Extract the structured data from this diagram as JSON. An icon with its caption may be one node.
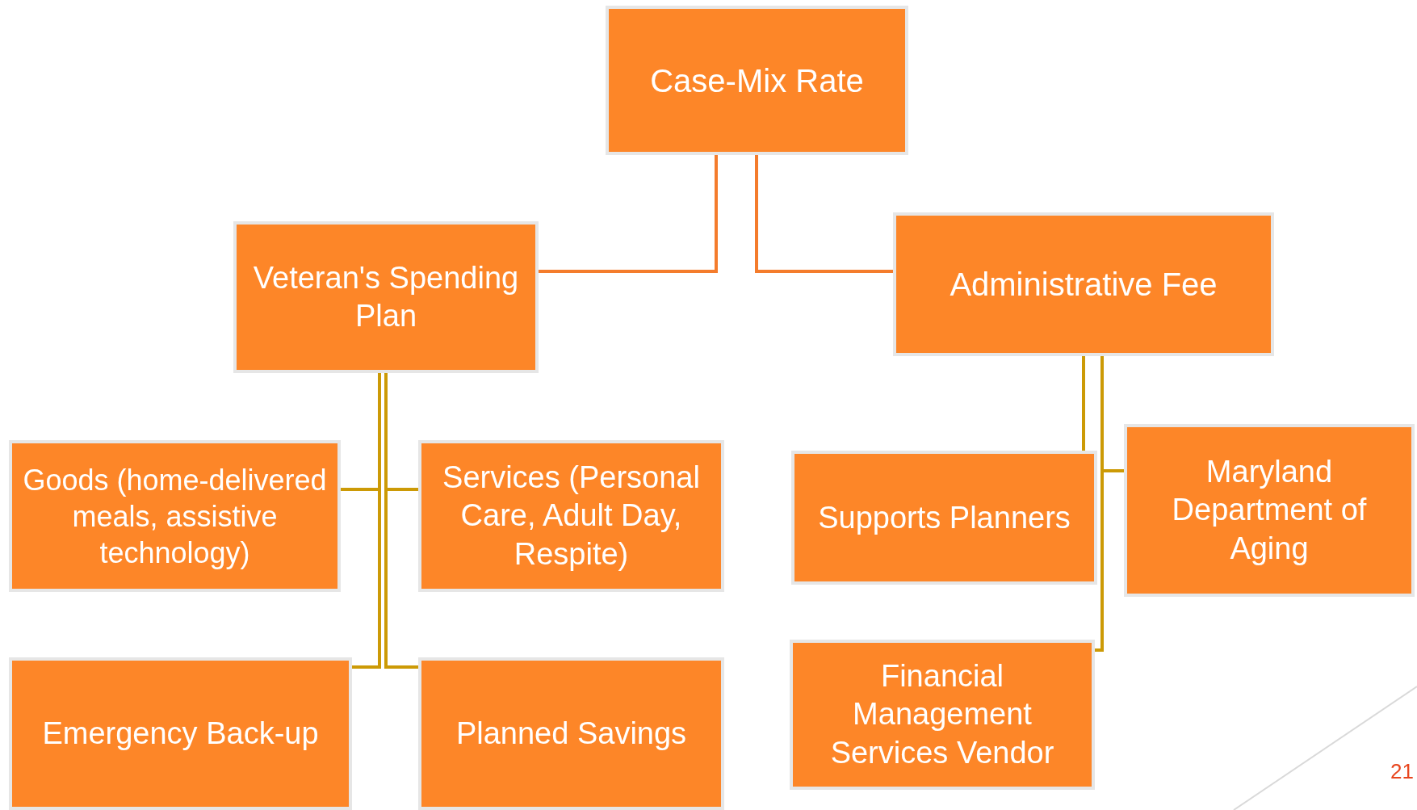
{
  "diagram": {
    "nodes": [
      {
        "text": [
          "Case-Mix Rate"
        ]
      },
      {
        "text": [
          "Veteran's Spending Plan"
        ]
      },
      {
        "text": [
          "Administrative Fee"
        ]
      },
      {
        "text": [
          "Goods (home-delivered meals, assistive technology)"
        ]
      },
      {
        "text": [
          "Services (Personal Care, Adult Day, Respite)"
        ]
      },
      {
        "text": [
          "Emergency Back-up"
        ]
      },
      {
        "text": [
          "Planned Savings"
        ]
      },
      {
        "text": [
          "Supports Planners"
        ]
      },
      {
        "text": [
          "Maryland Department of Aging"
        ]
      },
      {
        "text": [
          "Financial Management Services Vendor"
        ]
      }
    ],
    "edges": [
      {
        "from": 0,
        "to": 1,
        "arrow": "none",
        "color": "#f47c2c"
      },
      {
        "from": 0,
        "to": 2,
        "arrow": "none",
        "color": "#f47c2c"
      },
      {
        "from": 1,
        "to": 3,
        "arrow": "none"
      },
      {
        "from": 1,
        "to": 4,
        "arrow": "none"
      },
      {
        "from": 1,
        "to": 5,
        "arrow": "none"
      },
      {
        "from": 1,
        "to": 6,
        "arrow": "none"
      },
      {
        "from": 2,
        "to": 7,
        "arrow": "none"
      },
      {
        "from": 2,
        "to": 8,
        "arrow": "none"
      },
      {
        "from": 2,
        "to": 9,
        "arrow": "none"
      }
    ],
    "labels": [
      "21"
    ]
  }
}
